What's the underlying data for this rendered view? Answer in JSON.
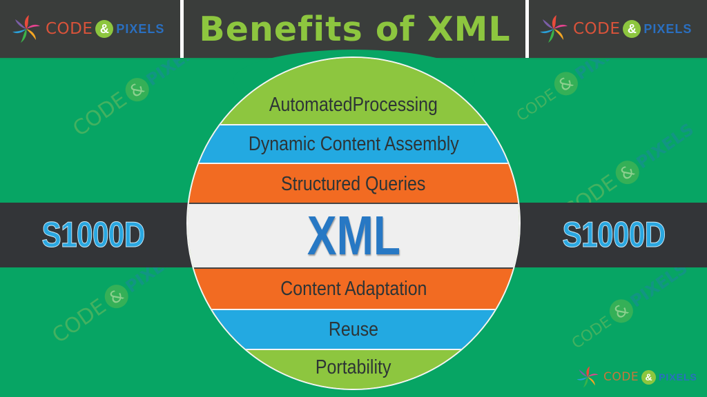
{
  "header": {
    "title": "Benefits of XML",
    "logo_left": {
      "code": "CODE",
      "amp": "&",
      "pixels": "PIXELS"
    },
    "logo_right": {
      "code": "CODE",
      "amp": "&",
      "pixels": "PIXELS"
    }
  },
  "side_labels": {
    "left": "S1000D",
    "right": "S1000D"
  },
  "circle": {
    "center_label": "XML",
    "bands_top": [
      {
        "label": "AutomatedProcessing",
        "color": "#8dc63f"
      },
      {
        "label": "Dynamic Content Assembly",
        "color": "#23a9e1"
      },
      {
        "label": "Structured Queries",
        "color": "#f26b22"
      }
    ],
    "bands_bottom": [
      {
        "label": "Content Adaptation",
        "color": "#f26b22"
      },
      {
        "label": "Reuse",
        "color": "#23a9e1"
      },
      {
        "label": "Portability",
        "color": "#8dc63f"
      }
    ]
  },
  "footer_logo": {
    "code": "CODE",
    "amp": "&",
    "pixels": "PIXELS"
  },
  "watermark": {
    "code": "CODE",
    "amp": "&",
    "pixels": "PIXELS"
  },
  "colors": {
    "background": "#07a564",
    "header": "#3a3d3b",
    "title": "#8dc63f",
    "dark_band": "#333538",
    "s1000d": "#2aa7e0",
    "xml": "#2778c4"
  }
}
